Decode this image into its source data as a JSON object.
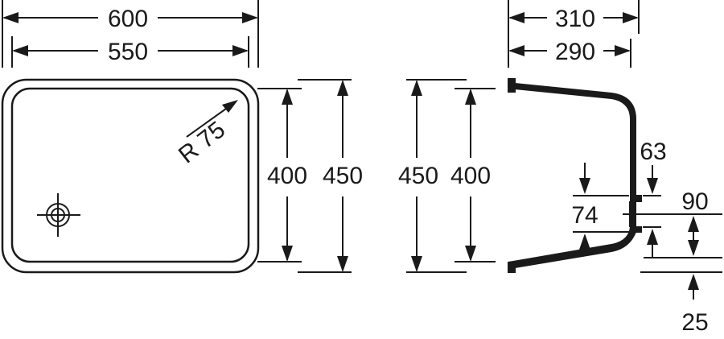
{
  "top_view": {
    "width_outer": "600",
    "width_inner": "550",
    "radius": "R 75",
    "depth_inner": "400",
    "depth_outer": "450"
  },
  "side_view": {
    "depth_outer": "450",
    "depth_inner": "400",
    "width_top": "310",
    "width_inner": "290",
    "offset_63": "63",
    "offset_74": "74",
    "drain_90": "90",
    "gap_25": "25"
  },
  "colors": {
    "line": "#1a1a1a",
    "background": "#ffffff"
  }
}
